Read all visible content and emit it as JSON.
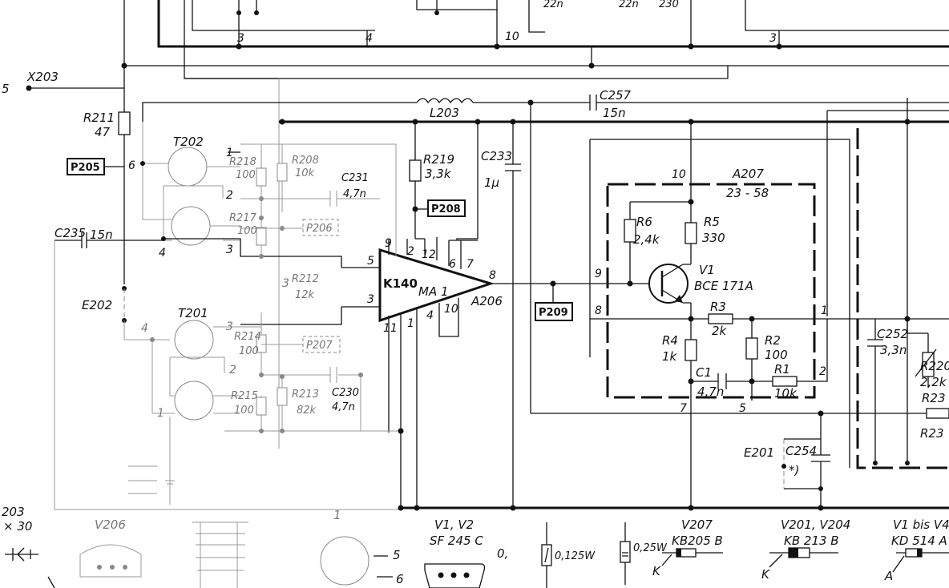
{
  "diagram": {
    "connectors": {
      "x203": "X203",
      "x203_pin": "5",
      "e202": "E202",
      "e201": "E201"
    },
    "bus_numbers": {
      "n3_left": "3",
      "n4": "4",
      "n10": "10",
      "n3_right": "3",
      "top_a": "22n",
      "top_b": "22n",
      "top_c": "230"
    },
    "test_points": {
      "p205": "P205",
      "p208": "P208",
      "p209": "P209",
      "p206": "P206",
      "p207": "P207"
    },
    "ic": {
      "left_label": "K140",
      "mid_label": "MA 1",
      "ref": "A206",
      "pins": {
        "p9": "9",
        "p2": "2",
        "p12": "12",
        "p6": "6",
        "p7": "7",
        "p8": "8",
        "p5": "5",
        "p3": "3",
        "p11": "11",
        "p1": "1",
        "p4": "4",
        "p10": "10"
      }
    },
    "module": {
      "ref": "A207",
      "code": "23 - 58",
      "pins": {
        "p10": "10",
        "p9": "9",
        "p8": "8",
        "p1": "1",
        "p2": "2",
        "p7": "7",
        "p5": "5"
      }
    },
    "components": {
      "r211": {
        "ref": "R211",
        "value": "47"
      },
      "r219": {
        "ref": "R219",
        "value": "3,3k"
      },
      "l203": {
        "ref": "L203"
      },
      "c257": {
        "ref": "C257",
        "value": "15n"
      },
      "c233": {
        "ref": "C233",
        "value": "1µ"
      },
      "c231": {
        "ref": "C231",
        "value": "4,7n"
      },
      "c235": {
        "ref": "C235",
        "value": "15n"
      },
      "c230": {
        "ref": "C230",
        "value": "4,7n"
      },
      "c254": {
        "ref": "C254",
        "value": "*)"
      },
      "c252": {
        "ref": "C252",
        "value": "3,3n"
      },
      "r220": {
        "ref": "R220",
        "value": "2,2k"
      },
      "r23a": {
        "ref": "R23"
      },
      "r23b": {
        "ref": "R23"
      },
      "r218": {
        "ref": "R218",
        "value": "100"
      },
      "r208": {
        "ref": "R208",
        "value": "10k"
      },
      "r217": {
        "ref": "R217",
        "value": "100"
      },
      "r212": {
        "ref": "R212",
        "value": "12k"
      },
      "r214": {
        "ref": "R214",
        "value": "100"
      },
      "r215": {
        "ref": "R215",
        "value": "100"
      },
      "r213": {
        "ref": "R213",
        "value": "82k"
      },
      "t202": {
        "ref": "T202"
      },
      "t201": {
        "ref": "T201"
      },
      "r6": {
        "ref": "R6",
        "value": "2,4k"
      },
      "r5": {
        "ref": "R5",
        "value": "330"
      },
      "v1": {
        "ref": "V1",
        "type": "BCE 171A"
      },
      "r3": {
        "ref": "R3",
        "value": "2k"
      },
      "r4": {
        "ref": "R4",
        "value": "1k"
      },
      "r2": {
        "ref": "R2",
        "value": "100"
      },
      "c1": {
        "ref": "C1",
        "value": "4,7n"
      },
      "r1": {
        "ref": "R1",
        "value": "10k"
      }
    },
    "legend": {
      "item203": {
        "ref": "203",
        "value": "× 30"
      },
      "v206": "V206",
      "v1v2": "V1, V2",
      "sf245": "SF 245 C",
      "sf245_extra": "0,",
      "r0125": "0,125W",
      "r025": "0,25W",
      "v207": "V207",
      "kb2058": "KB205 B",
      "v201v204": "V201, V204",
      "kb213": "KB 213 B",
      "v1v4": "V1 bis V4",
      "kd514": "KD 514 A",
      "k1": "K",
      "k2": "K",
      "a": "A",
      "n5": "5",
      "n6": "6",
      "n1": "1"
    }
  }
}
